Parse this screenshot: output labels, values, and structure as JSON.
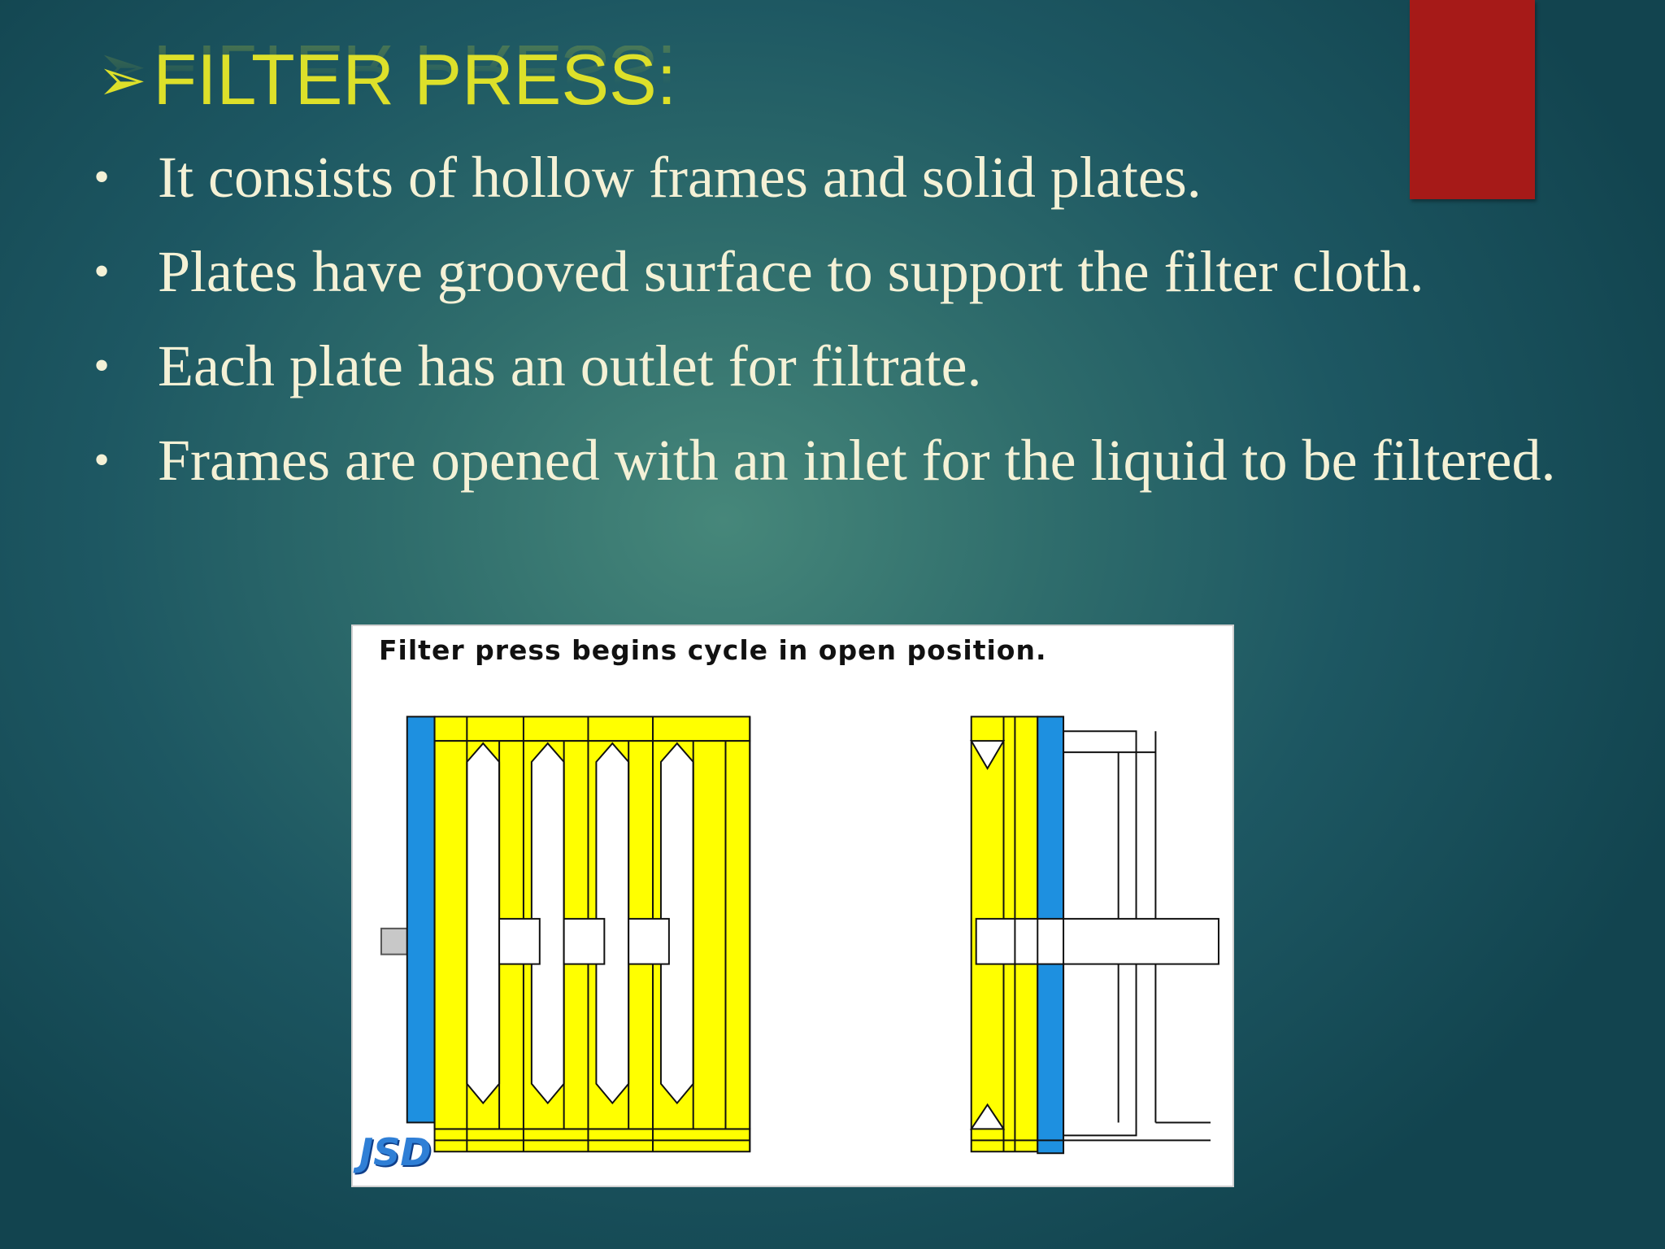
{
  "colors": {
    "background_center": "#46877a",
    "background_edge": "#12444f",
    "title": "#dde02a",
    "body_text": "#f4f1d6",
    "accent_tab": "#a61a18",
    "diagram_yellow": "#ffff00",
    "diagram_blue": "#1e90e0"
  },
  "slide": {
    "title_arrow": "➢",
    "title": "FILTER PRESS:",
    "bullet_symbol": "•",
    "bullets": [
      "It consists of hollow frames and solid plates.",
      "Plates have grooved surface to support the filter cloth.",
      "Each plate has an outlet for filtrate.",
      "Frames are opened with an inlet for the liquid to be filtered."
    ]
  },
  "diagram": {
    "caption": "Filter press begins cycle in open position.",
    "logo": "JSD"
  }
}
